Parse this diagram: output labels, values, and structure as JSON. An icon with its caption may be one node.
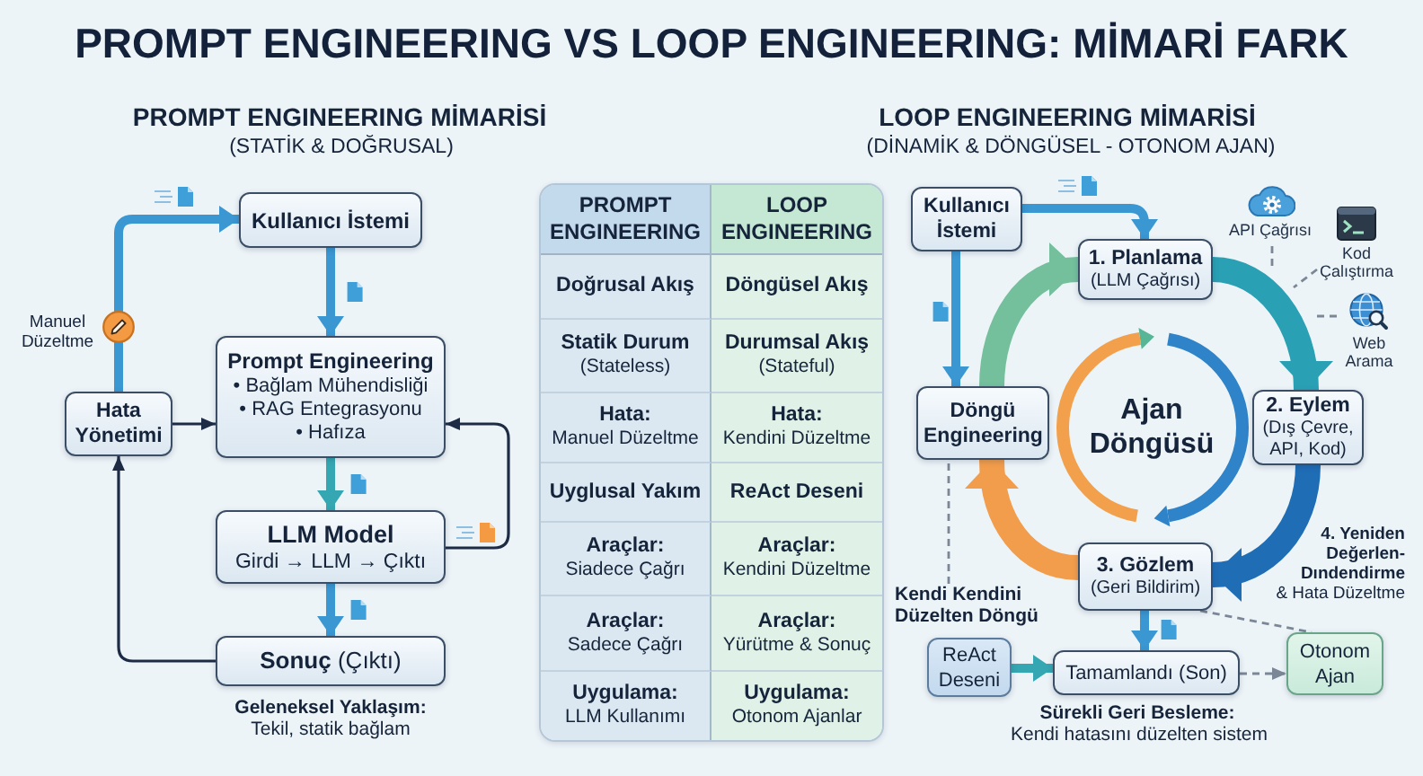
{
  "diagram": {
    "title": "PROMPT ENGINEERING VS LOOP ENGINEERING: MİMARİ FARK",
    "nodes": [
      {
        "text": [
          "Kullanıcı İstemi"
        ]
      },
      {
        "text": [
          "Hata Yönetimi"
        ]
      },
      {
        "text": [
          "Prompt Engineering",
          "• Bağlam Mühendisliği",
          "• RAG Entegrasyonu",
          "• Hafıza"
        ]
      },
      {
        "text": [
          "LLM Model",
          "Girdi → LLM → Çıktı"
        ]
      },
      {
        "text": [
          "**Sonuç** (Çıktı)"
        ]
      },
      {
        "text": [
          "Kullanıcı İstemi"
        ]
      },
      {
        "text": [
          "API Çağrısı"
        ]
      },
      {
        "text": [
          "Kod Çalıştırma"
        ]
      },
      {
        "text": [
          "1. Planlama",
          "(LLM Çağrısı)"
        ]
      },
      {
        "text": [
          "Web Arama"
        ]
      },
      {
        "text": [
          "Döngü Engineering"
        ]
      },
      {
        "text": [
          "2. Eylem",
          "(Dış Çevre, API, Kod)"
        ]
      },
      {
        "text": [
          "3. Gözlem",
          "(Geri Bildirim)"
        ]
      },
      {
        "text": [
          "Kendi Kendini Düzelten Döngü"
        ]
      },
      {
        "text": [
          "ReAct Deseni"
        ]
      },
      {
        "text": [
          "Tamamlandı (Son)"
        ]
      },
      {
        "text": [
          "Otonom Ajan"
        ]
      }
    ],
    "edges": [
      {
        "from": 1,
        "to": 0,
        "arrow": "to"
      },
      {
        "from": 0,
        "to": 2,
        "arrow": "to"
      },
      {
        "from": 2,
        "to": 3,
        "arrow": "to",
        "color": "#34a7b2"
      },
      {
        "from": 3,
        "to": 4,
        "arrow": "to"
      },
      {
        "from": 1,
        "to": 2,
        "arrow": "to",
        "color": "#1d2b45"
      },
      {
        "from": 3,
        "to": 2,
        "arrow": "to",
        "color": "#1d2b45"
      },
      {
        "from": 4,
        "to": 1,
        "arrow": "to",
        "color": "#1d2b45"
      },
      {
        "from": 5,
        "to": 8,
        "arrow": "to"
      },
      {
        "from": 5,
        "to": 10,
        "arrow": "to"
      },
      {
        "from": 8,
        "to": 11,
        "arrow": "to",
        "style": "thick",
        "color": "#2aa0b4"
      },
      {
        "from": 11,
        "to": 12,
        "arrow": "to",
        "style": "thick",
        "color": "#1f6db5"
      },
      {
        "from": 12,
        "to": 10,
        "arrow": "to",
        "style": "thick",
        "color": "#f29d4b"
      },
      {
        "from": 10,
        "to": 8,
        "arrow": "to",
        "style": "thick",
        "color": "#74c09c"
      },
      {
        "from": 12,
        "to": 15,
        "arrow": "to"
      },
      {
        "from": 14,
        "to": 15,
        "arrow": "to",
        "color": "#34a7b2"
      },
      {
        "from": 15,
        "to": 16,
        "arrow": "to",
        "style": "dashed",
        "color": "#7b8796"
      },
      {
        "from": 12,
        "to": 16,
        "arrow": "none",
        "style": "dashed",
        "color": "#7b8796"
      },
      {
        "from": 13,
        "to": 10,
        "arrow": "none",
        "style": "dashed",
        "color": "#7b8796"
      },
      {
        "from": 6,
        "to": null,
        "arrow": "none",
        "style": "dashed",
        "color": "#7b8796"
      },
      {
        "from": 7,
        "to": null,
        "arrow": "none",
        "style": "dashed",
        "color": "#7b8796"
      },
      {
        "from": 9,
        "to": null,
        "arrow": "none",
        "style": "dashed",
        "color": "#7b8796"
      }
    ],
    "labels": [
      "PROMPT ENGINEERING MİMARİSİ",
      "(STATİK & DOĞRUSAL)",
      "LOOP ENGINEERING MİMARİSİ",
      "(DİNAMİK & DÖNGÜSEL - OTONOM AJAN)",
      "Manuel Düzeltme",
      "PROMPT ENGINEERING",
      "LOOP ENGINEERING",
      "Doğrusal Akış",
      "Döngüsel Akış",
      "**Statik Durum** (Stateless)",
      "**Durumsal Akış** (Stateful)",
      "**Hata:** Manuel Düzeltme",
      "**Hata:** Kendini Düzeltme",
      "Uyglusal Yakım",
      "ReAct Deseni",
      "**Araçlar:** Siadece Çağrı",
      "**Araçlar:** Kendini Düzeltme",
      "**Araçlar:** Sadece Çağrı",
      "**Araçlar:** Yürütme & Sonuç",
      "**Uygulama:** LLM Kullanımı",
      "**Uygulama:** Otonom Ajanlar",
      "Ajan Döngüsü",
      "**4. Yeniden Değerlen- Dındendirme** & Hata Düzeltme",
      "Geleneksel Yaklaşım:",
      "Tekil, statik bağlam",
      "Sürekli Geri Besleme:",
      "Kendi hatasını düzelten sistem"
    ]
  }
}
